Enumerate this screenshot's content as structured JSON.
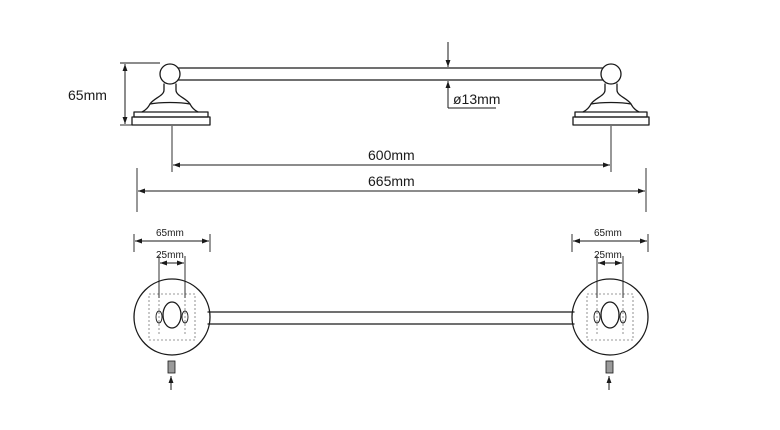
{
  "labels": {
    "height": "65mm",
    "diameter": "ø13mm",
    "center_distance": "600mm",
    "overall_length": "665mm",
    "left_plate_width": "65mm",
    "left_hole_spacing": "25mm",
    "right_plate_width": "65mm",
    "right_hole_spacing": "25mm"
  },
  "colors": {
    "line": "#1a1a1a",
    "background": "#ffffff"
  }
}
